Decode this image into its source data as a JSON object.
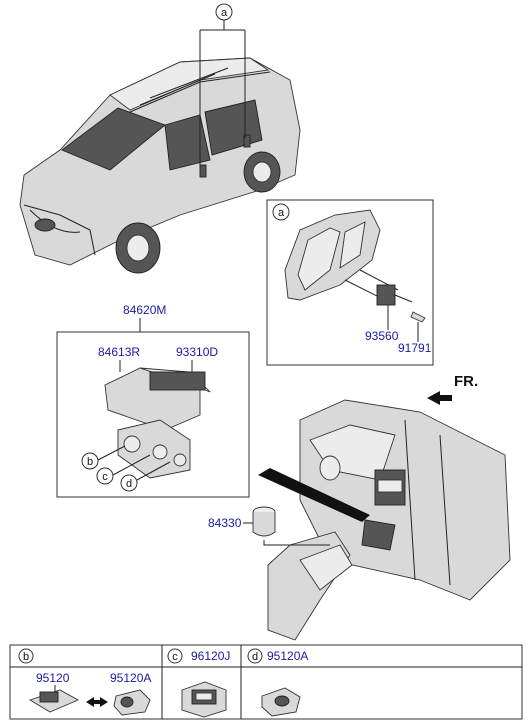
{
  "callouts": {
    "a_top": "a",
    "a_box": "a",
    "b": "b",
    "c": "c",
    "d": "d",
    "b_tbl": "b",
    "c_tbl": "c",
    "d_tbl": "d"
  },
  "parts": {
    "p84620M": "84620M",
    "p84613R": "84613R",
    "p93310D": "93310D",
    "p93560": "93560",
    "p91791": "91791",
    "p84330": "84330",
    "p95120": "95120",
    "p95120A_b": "95120A",
    "p96120J": "96120J",
    "p95120A_d": "95120A"
  },
  "direction": "FR."
}
